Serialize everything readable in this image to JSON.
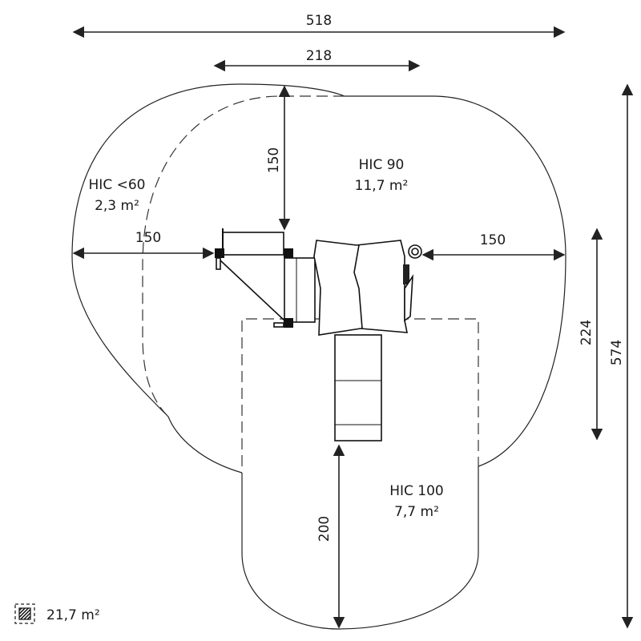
{
  "dimensions": {
    "overall_width": "518",
    "equipment_width": "218",
    "top_clearance": "150",
    "left_clearance": "150",
    "right_clearance": "150",
    "equipment_depth": "224",
    "overall_depth": "574",
    "slide_clearance": "200"
  },
  "zones": [
    {
      "label": "HIC <60",
      "area": "2,3 m²"
    },
    {
      "label": "HIC 90",
      "area": "11,7 m²"
    },
    {
      "label": "HIC 100",
      "area": "7,7 m²"
    }
  ],
  "legend": {
    "icon": "hatched-area-icon",
    "total_area": "21,7 m²"
  }
}
